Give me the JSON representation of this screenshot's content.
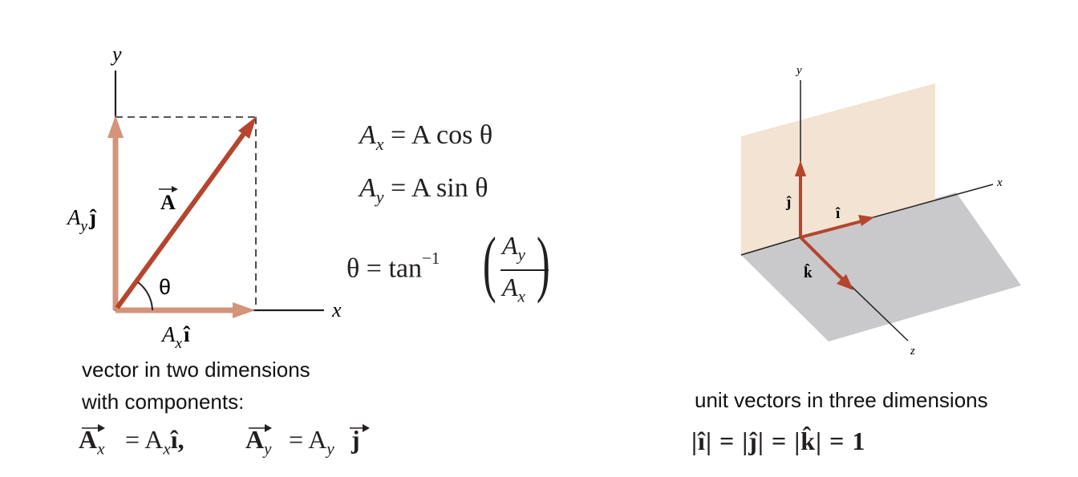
{
  "left_diagram": {
    "axis_x": "x",
    "axis_y": "y",
    "vector_label": "A",
    "angle_label": "θ",
    "component_y_label": "A",
    "component_y_sub": "y",
    "component_y_unit": "ĵ",
    "component_x_label": "A",
    "component_x_sub": "x",
    "component_x_unit": "î"
  },
  "equations": {
    "ax_lhs": "A",
    "ax_sub": "x",
    "ax_rhs": "= A cos θ",
    "ay_lhs": "A",
    "ay_sub": "y",
    "ay_rhs": "= A sin θ",
    "theta_lhs": "θ = tan",
    "theta_exp": "−1",
    "theta_num": "A",
    "theta_num_sub": "y",
    "theta_den": "A",
    "theta_den_sub": "x"
  },
  "left_caption": {
    "line1": "vector in two dimensions",
    "line2": "with components:"
  },
  "component_formula": {
    "ax_vec": "A",
    "ax_sub": "x",
    "ax_eq": "= A",
    "ax_eq_sub": "x",
    "ax_unit": "î,",
    "ay_vec": "A",
    "ay_sub": "y",
    "ay_eq": "= A",
    "ay_eq_sub": "y",
    "ay_unit": "j"
  },
  "right_diagram": {
    "axis_x": "x",
    "axis_y": "y",
    "axis_z": "z",
    "unit_i": "î",
    "unit_j": "ĵ",
    "unit_k": "k̂"
  },
  "right_caption": {
    "line1": "unit vectors in three dimensions",
    "norm_formula": "|î| = |ĵ| = |k̂| = 1"
  },
  "colors": {
    "vector": "#b5452e",
    "component": "#d4947a",
    "plane_xy": "#f2e3d2",
    "plane_xz": "#c9c9cb"
  }
}
